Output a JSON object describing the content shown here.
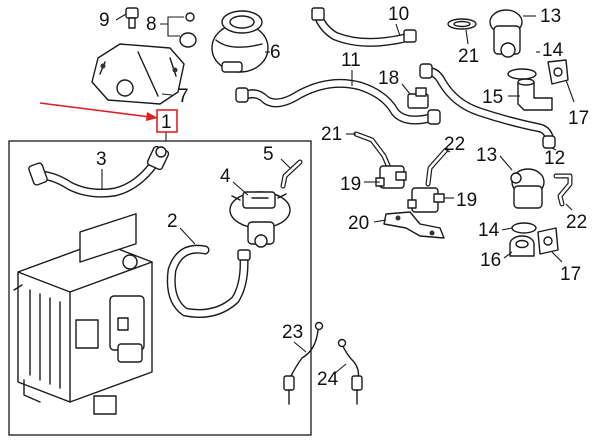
{
  "diagram": {
    "labels": [
      "1",
      "2",
      "3",
      "4",
      "5",
      "6",
      "7",
      "8",
      "9",
      "10",
      "11",
      "12",
      "13",
      "14",
      "15",
      "16",
      "17",
      "18",
      "19",
      "20",
      "21",
      "22",
      "23",
      "24"
    ],
    "extra_labels": {
      "13b": "13",
      "14b": "14",
      "17b": "17",
      "19b": "19",
      "21b": "21",
      "22b": "22"
    },
    "colors": {
      "line": "#1a1a1a",
      "highlight": "#e01f25",
      "background": "#ffffff"
    }
  }
}
